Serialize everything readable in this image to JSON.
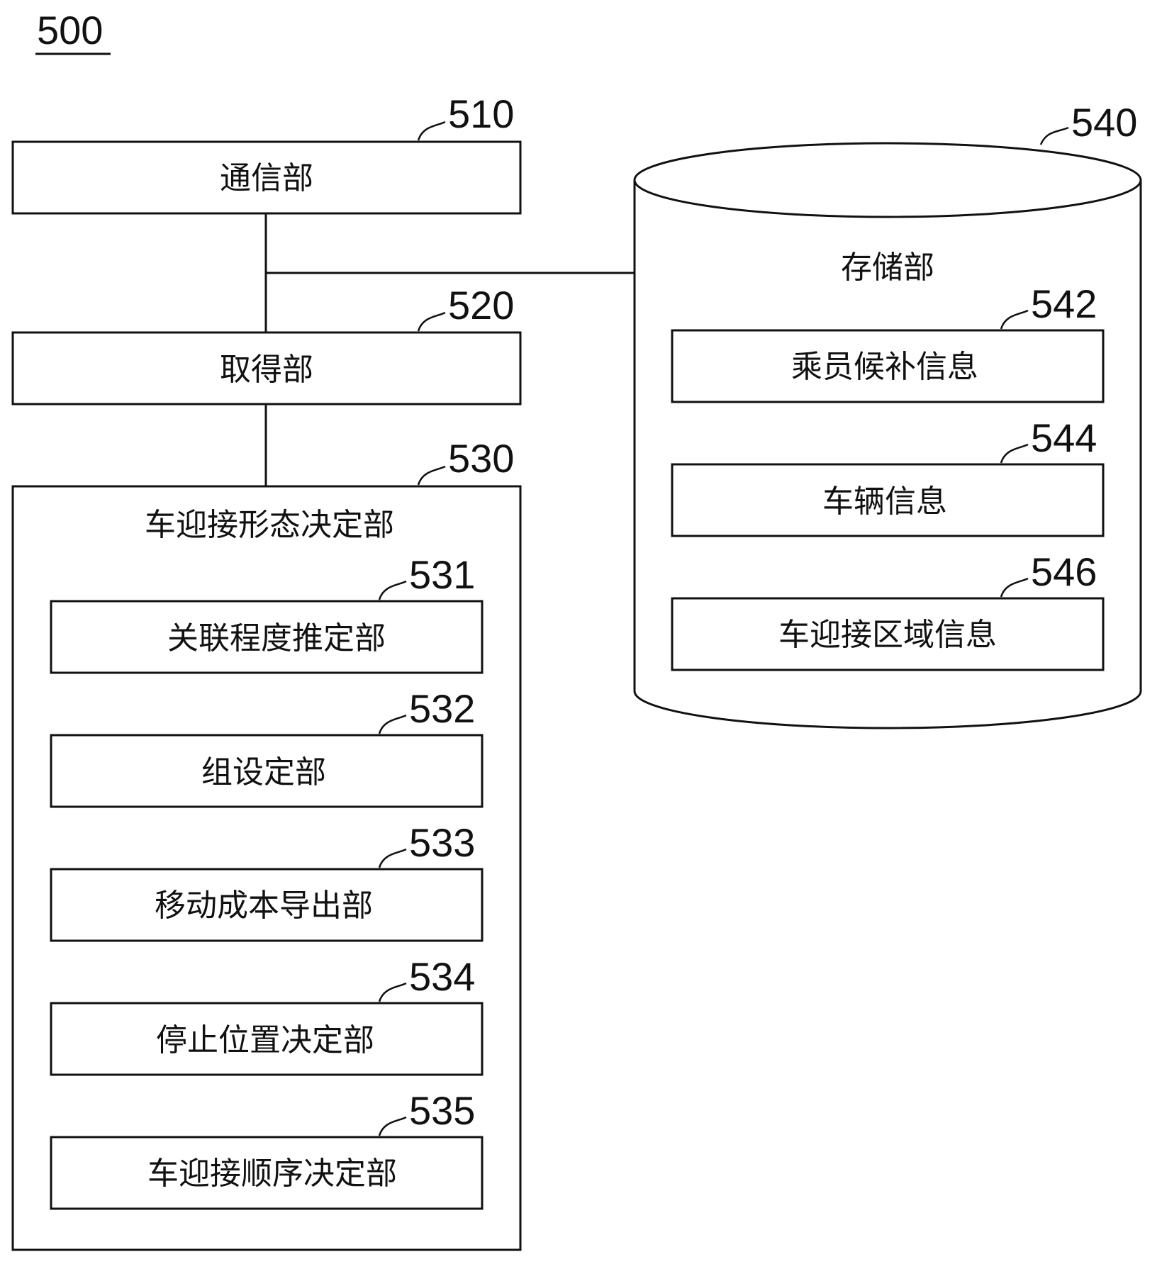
{
  "figure": {
    "ref": "500"
  },
  "blocks": {
    "comm": {
      "ref": "510",
      "label": "通信部"
    },
    "acquire": {
      "ref": "520",
      "label": "取得部"
    },
    "decision": {
      "ref": "530",
      "label": "车迎接形态决定部",
      "sub": [
        {
          "ref": "531",
          "label": "关联程度推定部"
        },
        {
          "ref": "532",
          "label": "组设定部"
        },
        {
          "ref": "533",
          "label": "移动成本导出部"
        },
        {
          "ref": "534",
          "label": "停止位置决定部"
        },
        {
          "ref": "535",
          "label": "车迎接顺序决定部"
        }
      ]
    },
    "storage": {
      "ref": "540",
      "label": "存储部",
      "items": [
        {
          "ref": "542",
          "label": "乘员候补信息"
        },
        {
          "ref": "544",
          "label": "车辆信息"
        },
        {
          "ref": "546",
          "label": "车迎接区域信息"
        }
      ]
    }
  }
}
